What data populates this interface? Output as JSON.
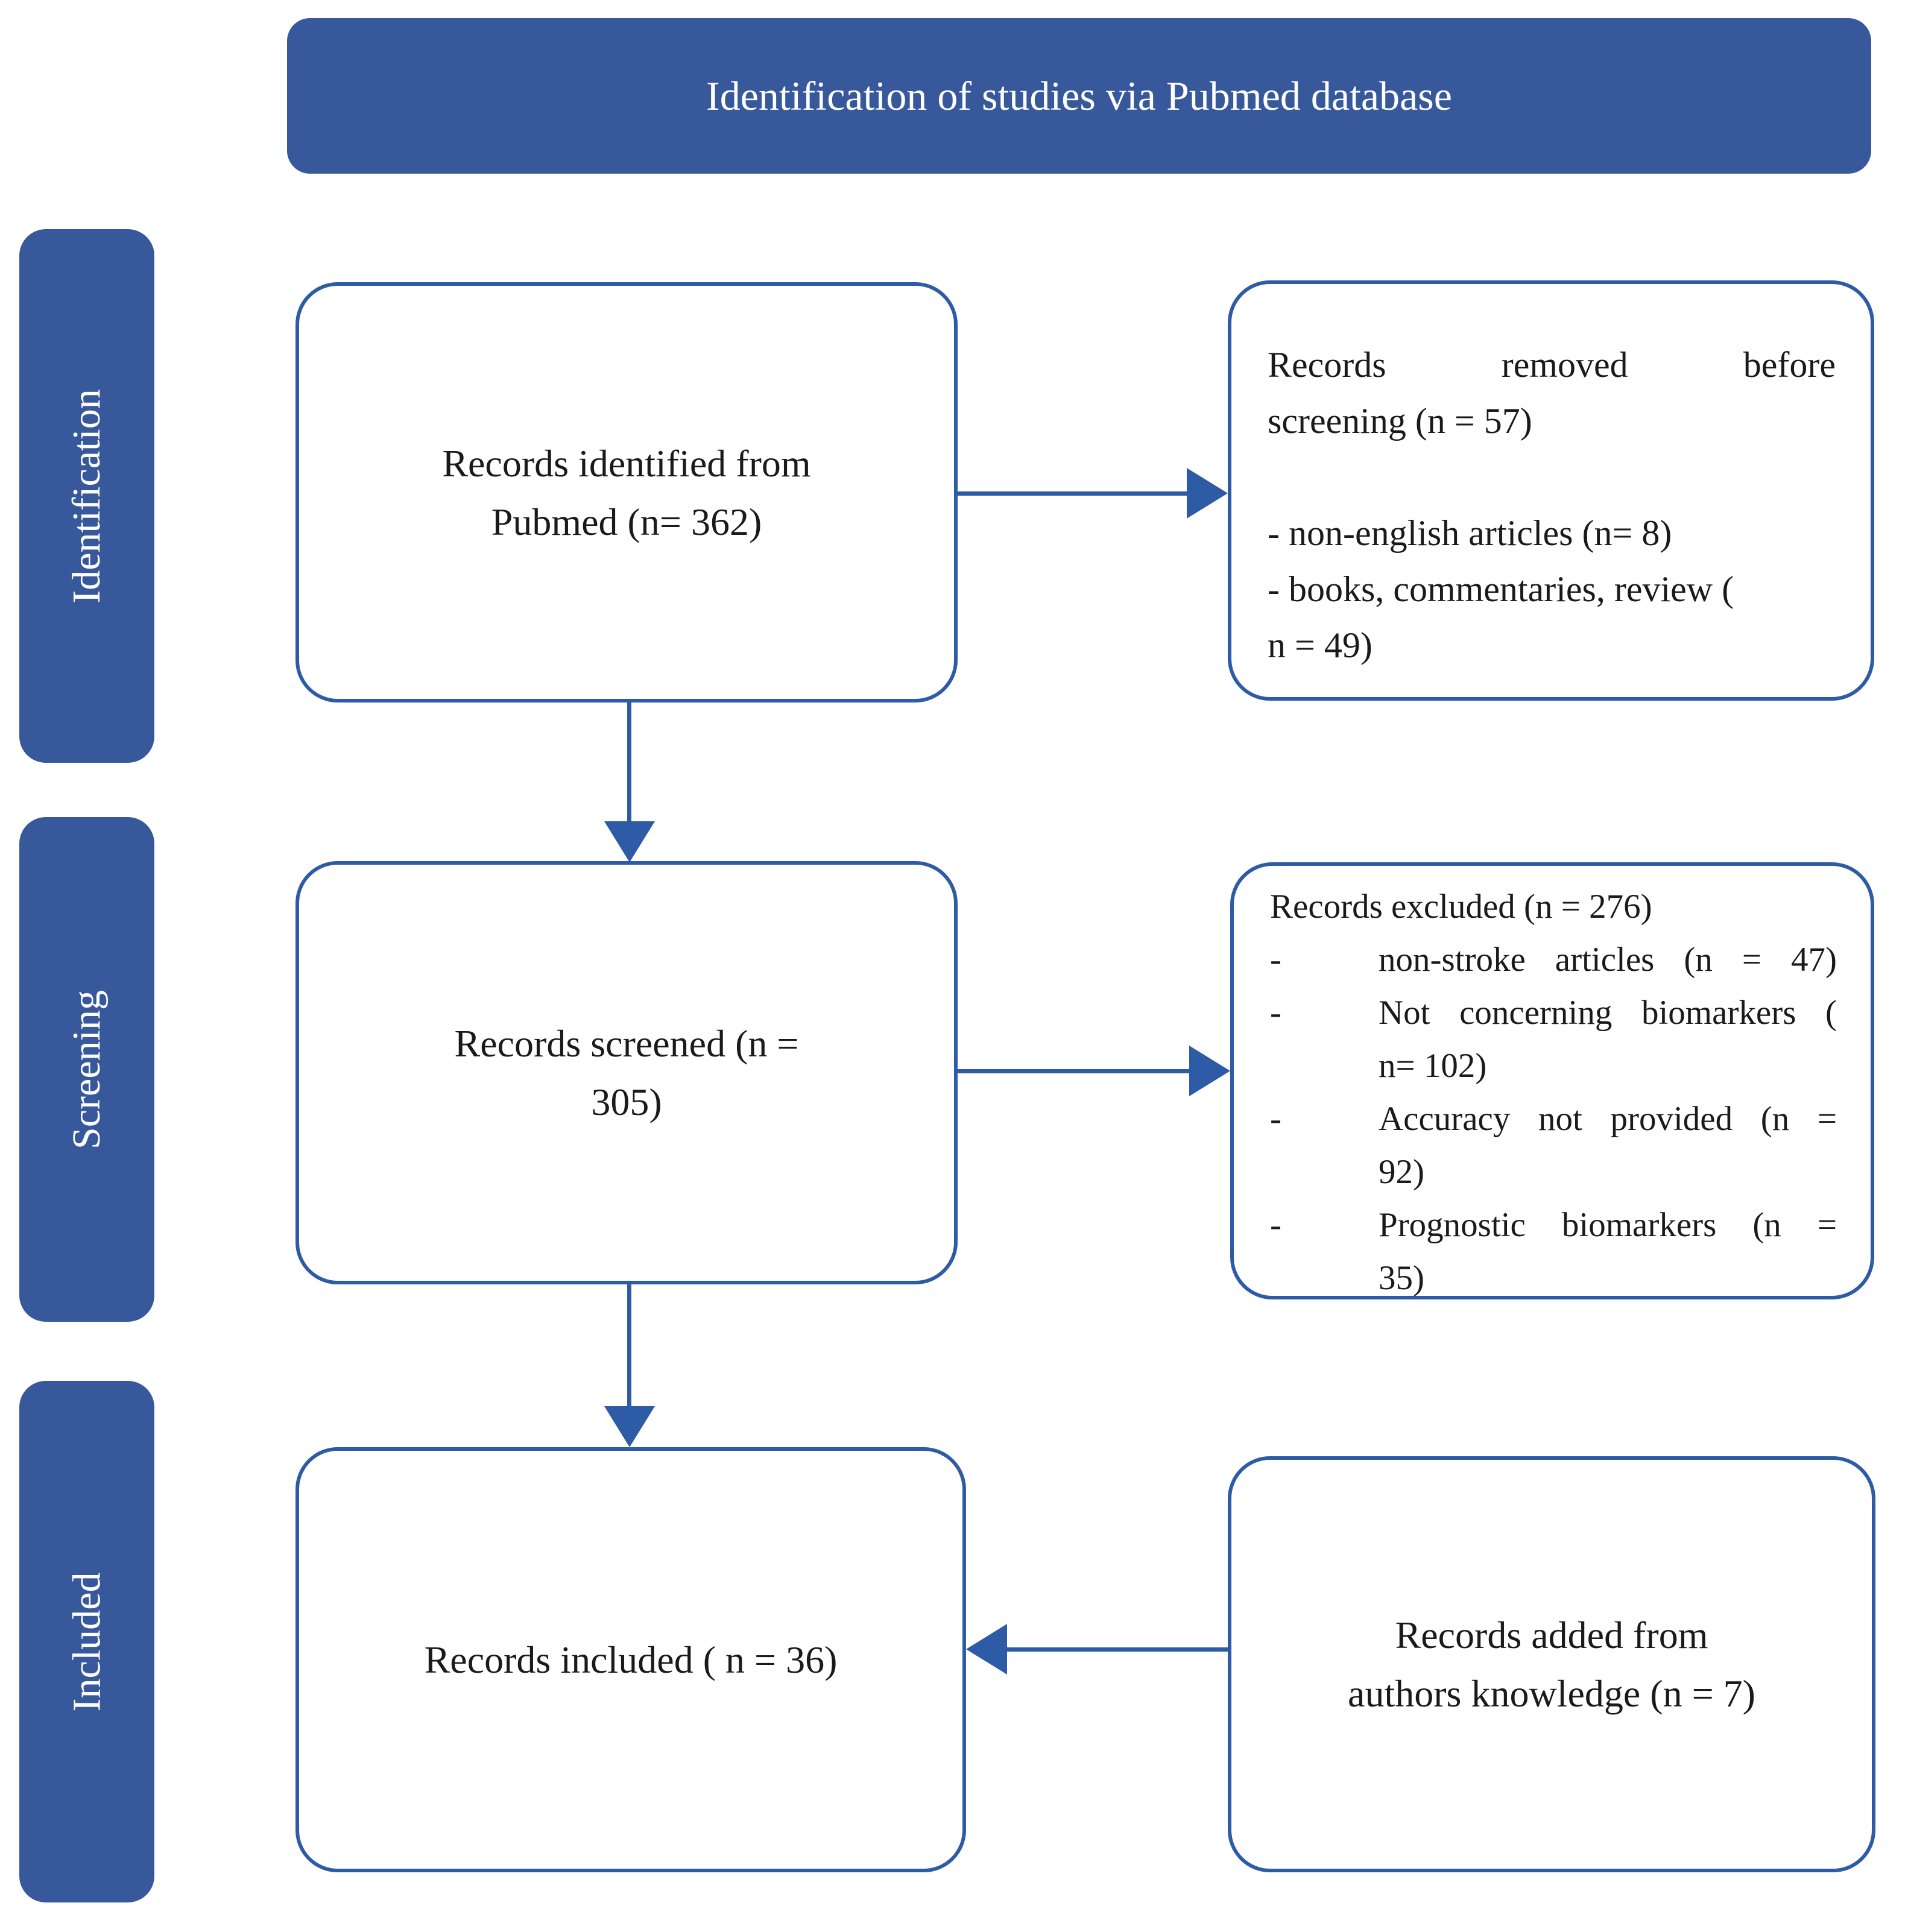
{
  "header": {
    "title": "Identification of studies via Pubmed database"
  },
  "sidebar": {
    "items": [
      {
        "label": "Identification"
      },
      {
        "label": "Screening"
      },
      {
        "label": "Included"
      }
    ]
  },
  "flow": {
    "identified": {
      "text": "Records identified from Pubmed (n= 362)",
      "lines": [
        "Records identified from",
        "Pubmed (n= 362)"
      ]
    },
    "removed": {
      "text": "Records removed before screening (n = 57)",
      "lines": [
        "Records removed before",
        "screening (n = 57)"
      ],
      "bullets": [
        "- non-english articles (n= 8)",
        "- books, commentaries, review (",
        "n = 49)"
      ]
    },
    "screened": {
      "text": "Records screened (n = 305)",
      "lines": [
        "Records screened (n =",
        "305)"
      ]
    },
    "excluded": {
      "title": "Records excluded (n = 276)",
      "items": [
        {
          "marker": "-",
          "lines": [
            "non-stroke articles (n = 47)"
          ]
        },
        {
          "marker": "-",
          "lines": [
            "Not concerning biomarkers (",
            "n= 102)"
          ]
        },
        {
          "marker": "-",
          "lines": [
            "Accuracy not provided (n =",
            "92)"
          ]
        },
        {
          "marker": "-",
          "lines": [
            "Prognostic biomarkers (n =",
            "35)"
          ]
        }
      ]
    },
    "included": {
      "text": "Records included ( n = 36)",
      "lines": [
        "Records included ( n = 36)"
      ]
    },
    "added": {
      "text": "Records added from authors knowledge (n = 7)",
      "lines": [
        "Records added from",
        "authors knowledge (n = 7)"
      ]
    }
  },
  "colors": {
    "band_fill": "#37599C",
    "line_and_border": "#2E5BA5",
    "box_background": "#FFFFFF",
    "body_text": "#1A1A1A",
    "band_text": "#FFFFFF"
  }
}
